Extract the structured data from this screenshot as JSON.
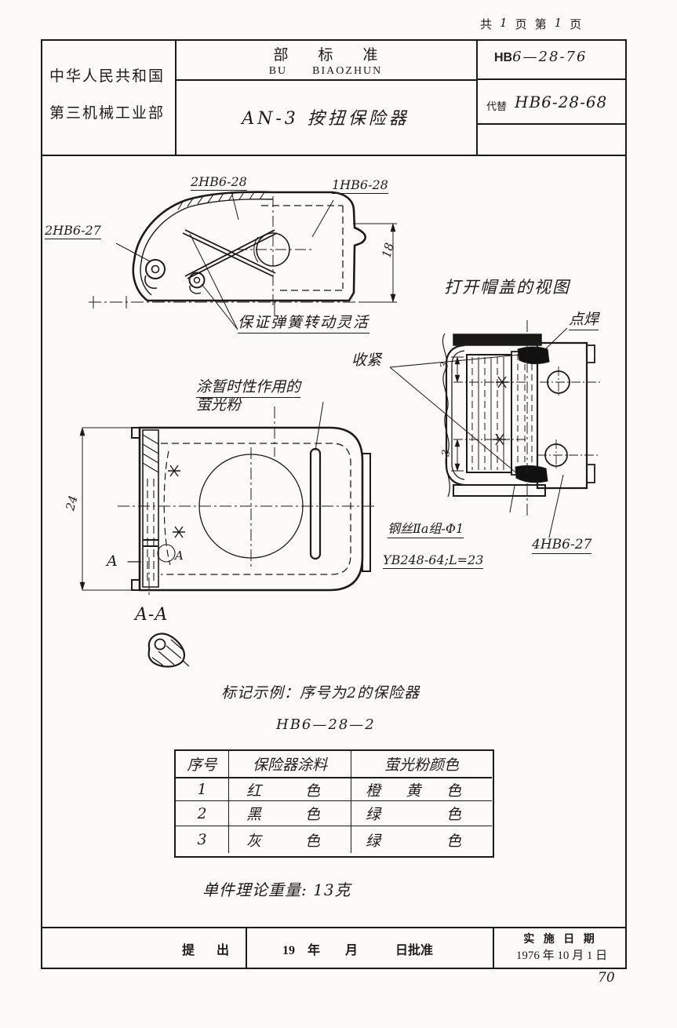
{
  "pagination": {
    "label_total": "共",
    "total": "1",
    "unit1": "页",
    "label_page": "第",
    "page": "1",
    "unit2": "页"
  },
  "header": {
    "org_line1": "中华人民共和国",
    "org_line2": "第三机械工业部",
    "std_cn": "部　　标　　准",
    "std_pinyin": "BU　　BIAOZHUN",
    "title": "AN-3 按扭保险器",
    "std_no_prefix": "HB",
    "std_no_rest": "6—28-76",
    "replaces_label": "代替",
    "replaces_no": "HB6-28-68"
  },
  "side_view": {
    "part2_top": "2HB6-28",
    "part1": "1HB6-28",
    "part2_left": "2HB6-27",
    "spring_note": "保证弹簧转动灵活",
    "dim_height": "18"
  },
  "top_view": {
    "fluor_note_line1": "涂暂时性作用的",
    "fluor_note_line2": "萤光粉",
    "dim_height": "24",
    "section_cut": "A —",
    "section_marker": "A"
  },
  "open_view": {
    "title": "打开帽盖的视图",
    "spot_weld": "点焊",
    "tighten": "收紧",
    "dim_a": "3",
    "dim_b": "3",
    "wire_spec_line1": "钢丝Ⅱa组-Φ1",
    "wire_spec_line2": "YB248-64;L=23",
    "part4": "4HB6-27"
  },
  "section_view": {
    "label": "A-A"
  },
  "marking_example": {
    "line1": "标记示例：序号为2的保险器",
    "line2": "HB6—28—2"
  },
  "table": {
    "headers": [
      "序号",
      "保险器涂料",
      "萤光粉颜色"
    ],
    "rows": [
      [
        "1",
        "红 色",
        "橙 黄 色"
      ],
      [
        "2",
        "黑 色",
        "绿 色"
      ],
      [
        "3",
        "灰 色",
        "绿 色"
      ]
    ]
  },
  "weight_note": "单件理论重量: 13克",
  "footer": {
    "submit": "提　出",
    "approval": "19　年　　月　　　日批准",
    "impl_label": "实 施 日 期",
    "impl_date": "1976 年 10 月 1 日"
  },
  "page_number": "70",
  "colors": {
    "ink": "#1b1b1b",
    "paper": "#fcfbf7"
  }
}
